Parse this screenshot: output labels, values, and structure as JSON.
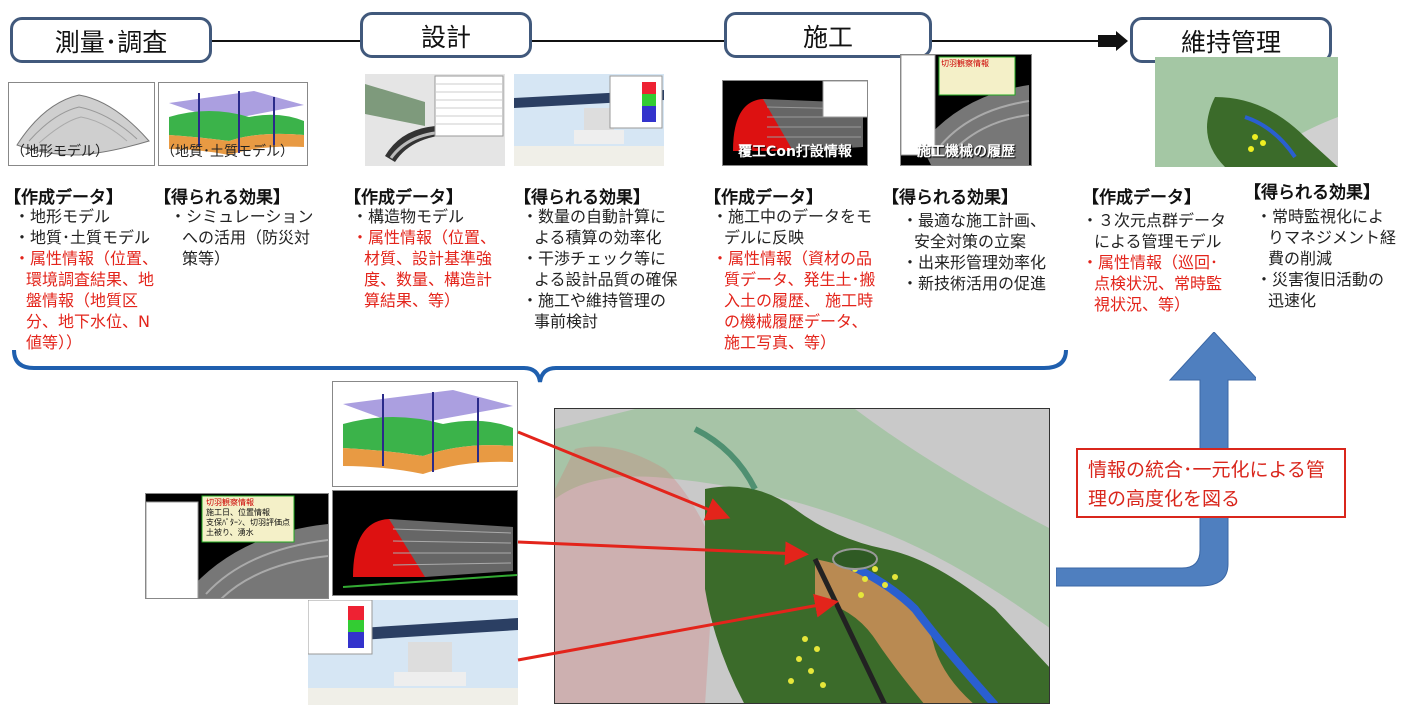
{
  "stages": {
    "survey": "測量･調査",
    "design": "設計",
    "construction": "施工",
    "maintenance": "維持管理"
  },
  "thumbnails": {
    "terrain_caption": "（地形モデル）",
    "geology_caption": "（地質･土質モデル）",
    "lining_caption": "覆工Con打設情報",
    "machine_caption": "施工機械の履歴",
    "popup_title": "切羽観察情報",
    "popup_line1": "施工日、位置情報",
    "popup_line2": "支保ﾊﾟﾀｰﾝ、切羽評価点",
    "popup_line3": "土被り、湧水"
  },
  "sections": {
    "survey_data": {
      "heading": "【作成データ】",
      "items": [
        {
          "text": "地形モデル",
          "red": false
        },
        {
          "text": "地質･土質モデル",
          "red": false
        },
        {
          "text": "属性情報（位置、環境調査結果、地盤情報（地質区分、地下水位、N値等））",
          "red": true
        }
      ]
    },
    "survey_effect": {
      "heading": "【得られる効果】",
      "items": [
        {
          "text": "シミュレーションへの活用（防災対策等）",
          "red": false
        }
      ]
    },
    "design_data": {
      "heading": "【作成データ】",
      "items": [
        {
          "text": "構造物モデル",
          "red": false
        },
        {
          "text": "属性情報（位置、材質、設計基準強度、数量、構造計算結果、等）",
          "red": true
        }
      ]
    },
    "design_effect": {
      "heading": "【得られる効果】",
      "items": [
        {
          "text": "数量の自動計算による積算の効率化",
          "red": false
        },
        {
          "text": "干渉チェック等による設計品質の確保",
          "red": false
        },
        {
          "text": "施工や維持管理の事前検討",
          "red": false
        }
      ]
    },
    "construction_data": {
      "heading": "【作成データ】",
      "items": [
        {
          "text": "施工中のデータをモデルに反映",
          "red": false
        },
        {
          "text": "属性情報（資材の品質データ、発生土･搬入土の履歴、 施工時の機械履歴データ、施工写真、等）",
          "red": true
        }
      ]
    },
    "construction_effect": {
      "heading": "【得られる効果】",
      "items": [
        {
          "text": "最適な施工計画、安全対策の立案",
          "red": false
        },
        {
          "text": "出来形管理効率化",
          "red": false
        },
        {
          "text": "新技術活用の促進",
          "red": false
        }
      ]
    },
    "maintenance_data": {
      "heading": "【作成データ】",
      "items": [
        {
          "text": "３次元点群データによる管理モデル",
          "red": false
        },
        {
          "text": "属性情報（巡回･点検状況、常時監視状況、等）",
          "red": true
        }
      ]
    },
    "maintenance_effect": {
      "heading": "【得られる効果】",
      "items": [
        {
          "text": "常時監視化によりマネジメント経費の削減",
          "red": false
        },
        {
          "text": "災害復旧活動の迅速化",
          "red": false
        }
      ]
    }
  },
  "callout": "情報の統合･一元化による管理の高度化を図る",
  "colors": {
    "stage_border": "#41597c",
    "bracket": "#1f5fae",
    "red_text": "#e3241b",
    "up_arrow": "#4f7fbf",
    "terrain_green": "#3b6b2a"
  }
}
